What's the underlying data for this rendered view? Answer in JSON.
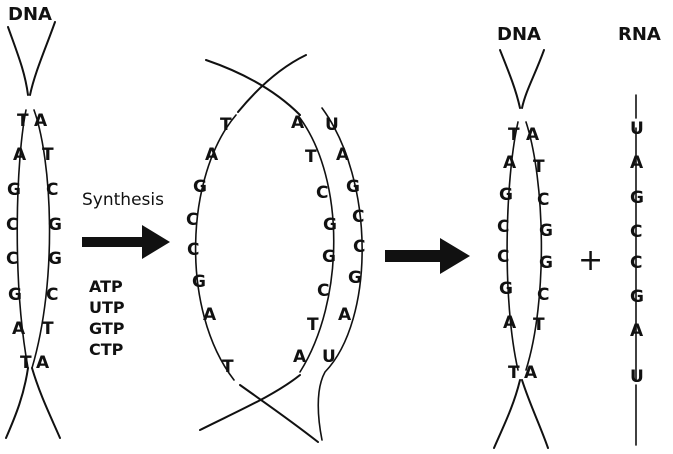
{
  "labels": {
    "dna_left": "DNA",
    "dna_right": "DNA",
    "rna": "RNA",
    "synthesis": "Synthesis",
    "plus": "+"
  },
  "substrates": [
    "ATP",
    "UTP",
    "GTP",
    "CTP"
  ],
  "stage1": {
    "left_strand": [
      "T",
      "A",
      "G",
      "C",
      "C",
      "G",
      "A",
      "T"
    ],
    "right_strand": [
      "A",
      "T",
      "C",
      "G",
      "G",
      "C",
      "T",
      "A"
    ]
  },
  "stage2": {
    "left_strand": [
      "T",
      "A",
      "G",
      "C",
      "C",
      "G",
      "A",
      "T"
    ],
    "right_strand": [
      "A",
      "T",
      "C",
      "G",
      "G",
      "C",
      "T",
      "A"
    ],
    "rna_strand": [
      "U",
      "A",
      "G",
      "C",
      "C",
      "G",
      "A",
      "U"
    ]
  },
  "stage3": {
    "left_strand": [
      "T",
      "A",
      "G",
      "C",
      "C",
      "G",
      "A",
      "T"
    ],
    "right_strand": [
      "A",
      "T",
      "C",
      "G",
      "G",
      "C",
      "T",
      "A"
    ]
  },
  "rna_product": [
    "U",
    "A",
    "G",
    "C",
    "C",
    "G",
    "A",
    "U"
  ]
}
